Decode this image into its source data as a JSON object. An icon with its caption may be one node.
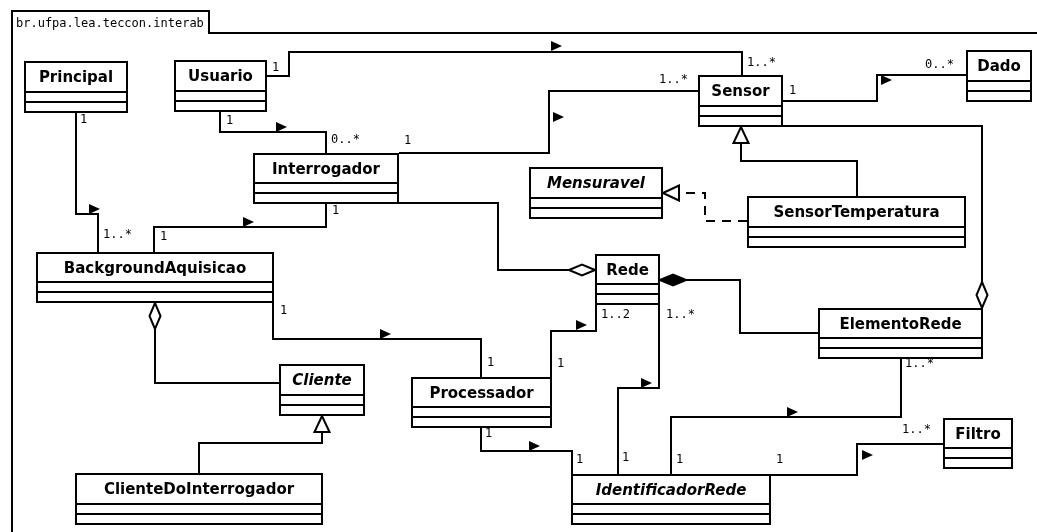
{
  "diagram": {
    "nodes": [
      {
        "text": [
          "br.ufpa.lea.teccon.interab"
        ]
      },
      {
        "text": [
          "Principal"
        ],
        "in": 0
      },
      {
        "text": [
          "Usuario"
        ],
        "in": 0
      },
      {
        "text": [
          "Sensor"
        ],
        "in": 0
      },
      {
        "text": [
          "Dado"
        ],
        "in": 0
      },
      {
        "text": [
          "Interrogador"
        ],
        "in": 0
      },
      {
        "text": [
          "Mensuravel"
        ],
        "in": 0
      },
      {
        "text": [
          "SensorTemperatura"
        ],
        "in": 0
      },
      {
        "text": [
          "BackgroundAquisicao"
        ],
        "in": 0
      },
      {
        "text": [
          "Rede"
        ],
        "in": 0
      },
      {
        "text": [
          "ElementoRede"
        ],
        "in": 0
      },
      {
        "text": [
          "Cliente"
        ],
        "in": 0
      },
      {
        "text": [
          "Processador"
        ],
        "in": 0
      },
      {
        "text": [
          "Filtro"
        ],
        "in": 0
      },
      {
        "text": [
          "ClienteDoInterrogador"
        ],
        "in": 0
      },
      {
        "text": [
          "IdentificadorRede"
        ],
        "in": 0
      }
    ],
    "edges": [
      {
        "from": 2,
        "to": 3,
        "arrow": "none"
      },
      {
        "from": 5,
        "to": 3,
        "arrow": "none"
      },
      {
        "from": 3,
        "to": 4,
        "arrow": "none"
      },
      {
        "from": 7,
        "to": 3,
        "arrow": "to"
      },
      {
        "from": 7,
        "to": 6,
        "arrow": "to",
        "style": "dashed"
      },
      {
        "from": 3,
        "to": 10,
        "arrow": "other"
      },
      {
        "from": 2,
        "to": 5,
        "arrow": "none"
      },
      {
        "from": 1,
        "to": 8,
        "arrow": "none"
      },
      {
        "from": 8,
        "to": 5,
        "arrow": "none"
      },
      {
        "from": 5,
        "to": 9,
        "arrow": "other"
      },
      {
        "from": 10,
        "to": 9,
        "arrow": "other"
      },
      {
        "from": 8,
        "to": 12,
        "arrow": "none"
      },
      {
        "from": 12,
        "to": 9,
        "arrow": "none"
      },
      {
        "from": 15,
        "to": 9,
        "arrow": "none"
      },
      {
        "from": 11,
        "to": 8,
        "arrow": "other"
      },
      {
        "from": 14,
        "to": 11,
        "arrow": "to"
      },
      {
        "from": 12,
        "to": 15,
        "arrow": "none"
      },
      {
        "from": 15,
        "to": 10,
        "arrow": "none"
      },
      {
        "from": 15,
        "to": 13,
        "arrow": "none"
      }
    ],
    "labels": [
      "1",
      "1..*",
      "0..*",
      "1..*",
      "1",
      "1",
      "1",
      "0..*",
      "1",
      "1",
      "1..*",
      "1",
      "1",
      "1..2",
      "1..*",
      "1",
      "1",
      "1..*",
      "1",
      "1..*",
      "1",
      "1",
      "1",
      "1"
    ]
  }
}
